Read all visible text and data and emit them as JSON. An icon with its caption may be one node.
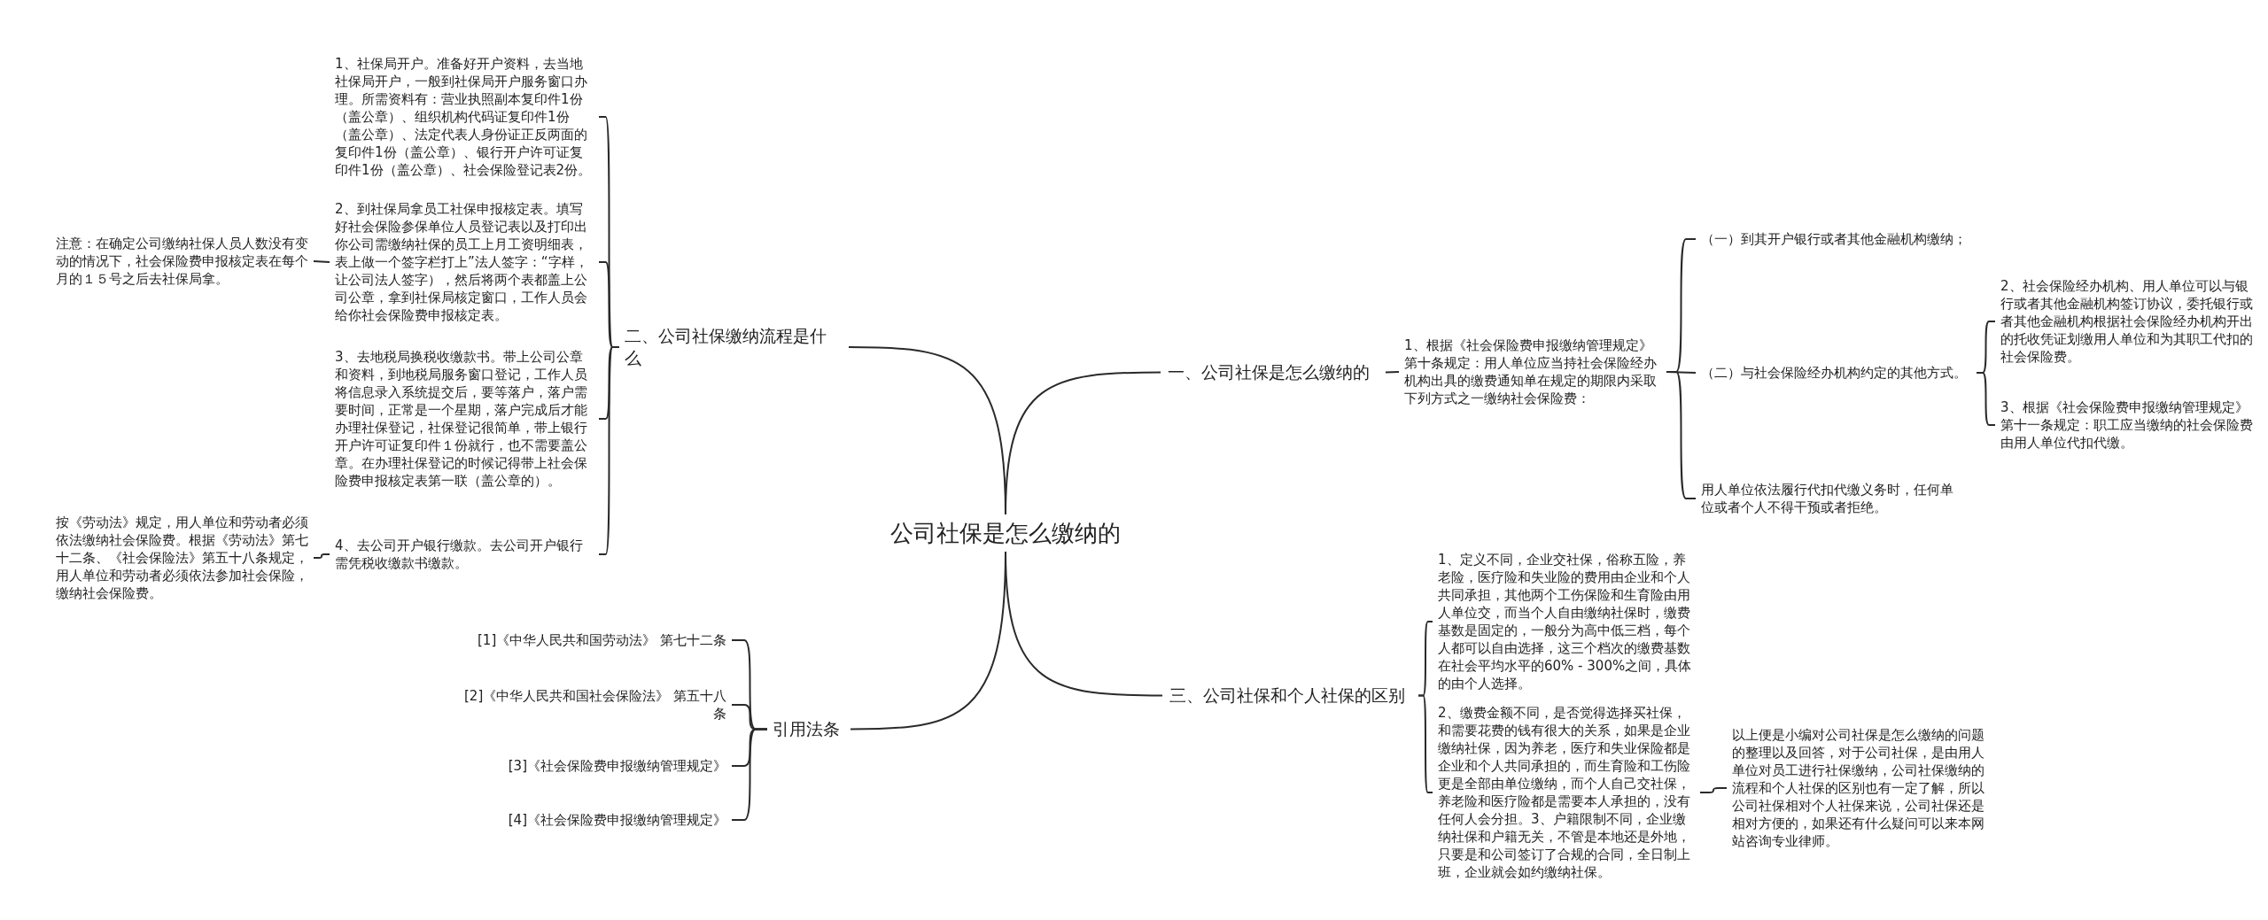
{
  "diagram": {
    "nodes": [
      {
        "text": [
          "公司社保是怎么缴纳的"
        ]
      },
      {
        "text": [
          "一、公司社保是怎么缴纳的"
        ]
      },
      {
        "text": [
          "1、根据《社会保险费申报缴纳管理规定》第十条规定：用人单位应当持社会保险经办机构出具的缴费通知单在规定的期限内采取下列方式之一缴纳社会保险费："
        ]
      },
      {
        "text": [
          "（一）到其开户银行或者其他金融机构缴纳；"
        ]
      },
      {
        "text": [
          "（二）与社会保险经办机构约定的其他方式。"
        ]
      },
      {
        "text": [
          "2、社会保险经办机构、用人单位可以与银行或者其他金融机构签订协议，委托银行或者其他金融机构根据社会保险经办机构开出的托收凭证划缴用人单位和为其职工代扣的社会保险费。"
        ]
      },
      {
        "text": [
          "3、根据《社会保险费申报缴纳管理规定》第十一条规定：职工应当缴纳的社会保险费由用人单位代扣代缴。"
        ]
      },
      {
        "text": [
          "用人单位依法履行代扣代缴义务时，任何单位或者个人不得干预或者拒绝。"
        ]
      },
      {
        "text": [
          "二、公司社保缴纳流程是什么"
        ]
      },
      {
        "text": [
          "1、社保局开户。准备好开户资料，去当地社保局开户，一般到社保局开户服务窗口办理。所需资料有：营业执照副本复印件1份（盖公章）、组织机构代码证复印件1份（盖公章）、法定代表人身份证正反两面的复印件1份（盖公章）、银行开户许可证复印件1份（盖公章）、社会保险登记表2份。"
        ]
      },
      {
        "text": [
          "2、到社保局拿员工社保申报核定表。填写好社会保险参保单位人员登记表以及打印出你公司需缴纳社保的员工上月工资明细表，表上做一个签字栏打上”法人签字：“字样，让公司法人签字），然后将两个表都盖上公司公章，拿到社保局核定窗口，工作人员会给你社会保险费申报核定表。"
        ]
      },
      {
        "text": [
          "注意：在确定公司缴纳社保人员人数没有变动的情况下，社会保险费申报核定表在每个月的１５号之后去社保局拿。"
        ]
      },
      {
        "text": [
          "3、去地税局换税收缴款书。带上公司公章和资料，到地税局服务窗口登记，工作人员将信息录入系统提交后，要等落户，落户需要时间，正常是一个星期，落户完成后才能办理社保登记，社保登记很简单，带上银行开户许可证复印件１份就行，也不需要盖公章。在办理社保登记的时候记得带上社会保险费申报核定表第一联（盖公章的）。"
        ]
      },
      {
        "text": [
          "4、去公司开户银行缴款。去公司开户银行需凭税收缴款书缴款。"
        ]
      },
      {
        "text": [
          "按《劳动法》规定，用人单位和劳动者必须依法缴纳社会保险费。根据《劳动法》第七十二条、《社会保险法》第五十八条规定，用人单位和劳动者必须依法参加社会保险，缴纳社会保险费。"
        ]
      },
      {
        "text": [
          "引用法条"
        ]
      },
      {
        "text": [
          "[1]《中华人民共和国劳动法》 第七十二条"
        ]
      },
      {
        "text": [
          "[2]《中华人民共和国社会保险法》 第五十八条"
        ]
      },
      {
        "text": [
          "[3]《社会保险费申报缴纳管理规定》"
        ]
      },
      {
        "text": [
          "[4]《社会保险费申报缴纳管理规定》"
        ]
      },
      {
        "text": [
          "三、公司社保和个人社保的区别"
        ]
      },
      {
        "text": [
          "1、定义不同，企业交社保，俗称五险，养老险，医疗险和失业险的费用由企业和个人共同承担，其他两个工伤保险和生育险由用人单位交，而当个人自由缴纳社保时，缴费基数是固定的，一般分为高中低三档，每个人都可以自由选择，这三个档次的缴费基数在社会平均水平的60% - 300%之间，具体的由个人选择。"
        ]
      },
      {
        "text": [
          "2、缴费金额不同，是否觉得选择买社保，和需要花费的钱有很大的关系，如果是企业缴纳社保，因为养老，医疗和失业保险都是企业和个人共同承担的，而生育险和工伤险更是全部由单位缴纳，而个人自己交社保，养老险和医疗险都是需要本人承担的，没有任何人会分担。3、户籍限制不同，企业缴纳社保和户籍无关，不管是本地还是外地，只要是和公司签订了合规的合同，全日制上班，企业就会如约缴纳社保。"
        ]
      },
      {
        "text": [
          "以上便是小编对公司社保是怎么缴纳的问题的整理以及回答，对于公司社保，是由用人单位对员工进行社保缴纳，公司社保缴纳的流程和个人社保的区别也有一定了解，所以公司社保相对个人社保来说，公司社保还是相对方便的，如果还有什么疑问可以来本网站咨询专业律师。"
        ]
      }
    ],
    "edges": [
      {
        "from": 0,
        "to": 1,
        "arrow": "none"
      },
      {
        "from": 1,
        "to": 2,
        "arrow": "none"
      },
      {
        "from": 2,
        "to": 3,
        "arrow": "none"
      },
      {
        "from": 2,
        "to": 4,
        "arrow": "none"
      },
      {
        "from": 4,
        "to": 5,
        "arrow": "none"
      },
      {
        "from": 4,
        "to": 6,
        "arrow": "none"
      },
      {
        "from": 2,
        "to": 7,
        "arrow": "none"
      },
      {
        "from": 0,
        "to": 8,
        "arrow": "none"
      },
      {
        "from": 8,
        "to": 9,
        "arrow": "none"
      },
      {
        "from": 8,
        "to": 10,
        "arrow": "none"
      },
      {
        "from": 10,
        "to": 11,
        "arrow": "none"
      },
      {
        "from": 8,
        "to": 12,
        "arrow": "none"
      },
      {
        "from": 8,
        "to": 13,
        "arrow": "none"
      },
      {
        "from": 13,
        "to": 14,
        "arrow": "none"
      },
      {
        "from": 0,
        "to": 15,
        "arrow": "none"
      },
      {
        "from": 15,
        "to": 16,
        "arrow": "none"
      },
      {
        "from": 15,
        "to": 17,
        "arrow": "none"
      },
      {
        "from": 15,
        "to": 18,
        "arrow": "none"
      },
      {
        "from": 15,
        "to": 19,
        "arrow": "none"
      },
      {
        "from": 0,
        "to": 20,
        "arrow": "none"
      },
      {
        "from": 20,
        "to": 21,
        "arrow": "none"
      },
      {
        "from": 20,
        "to": 22,
        "arrow": "none"
      },
      {
        "from": 22,
        "to": 23,
        "arrow": "none"
      }
    ]
  }
}
